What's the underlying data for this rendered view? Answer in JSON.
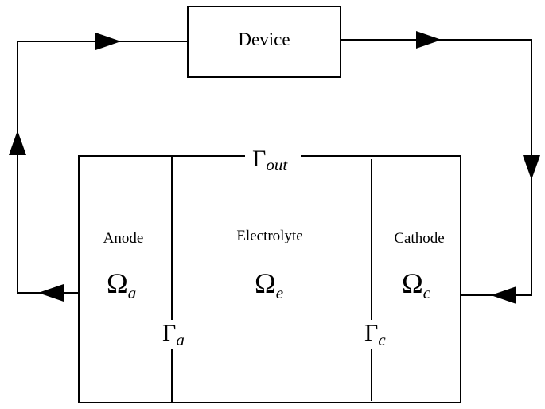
{
  "device": {
    "label": "Device"
  },
  "regions": {
    "anode": {
      "name": "Anode",
      "omega": "Ω",
      "sub": "a"
    },
    "electrolyte": {
      "name": "Electrolyte",
      "omega": "Ω",
      "sub": "e"
    },
    "cathode": {
      "name": "Cathode",
      "omega": "Ω",
      "sub": "c"
    }
  },
  "boundaries": {
    "out": {
      "gamma": "Γ",
      "sub": "out"
    },
    "anode": {
      "gamma": "Γ",
      "sub": "a"
    },
    "cathode": {
      "gamma": "Γ",
      "sub": "c"
    }
  }
}
